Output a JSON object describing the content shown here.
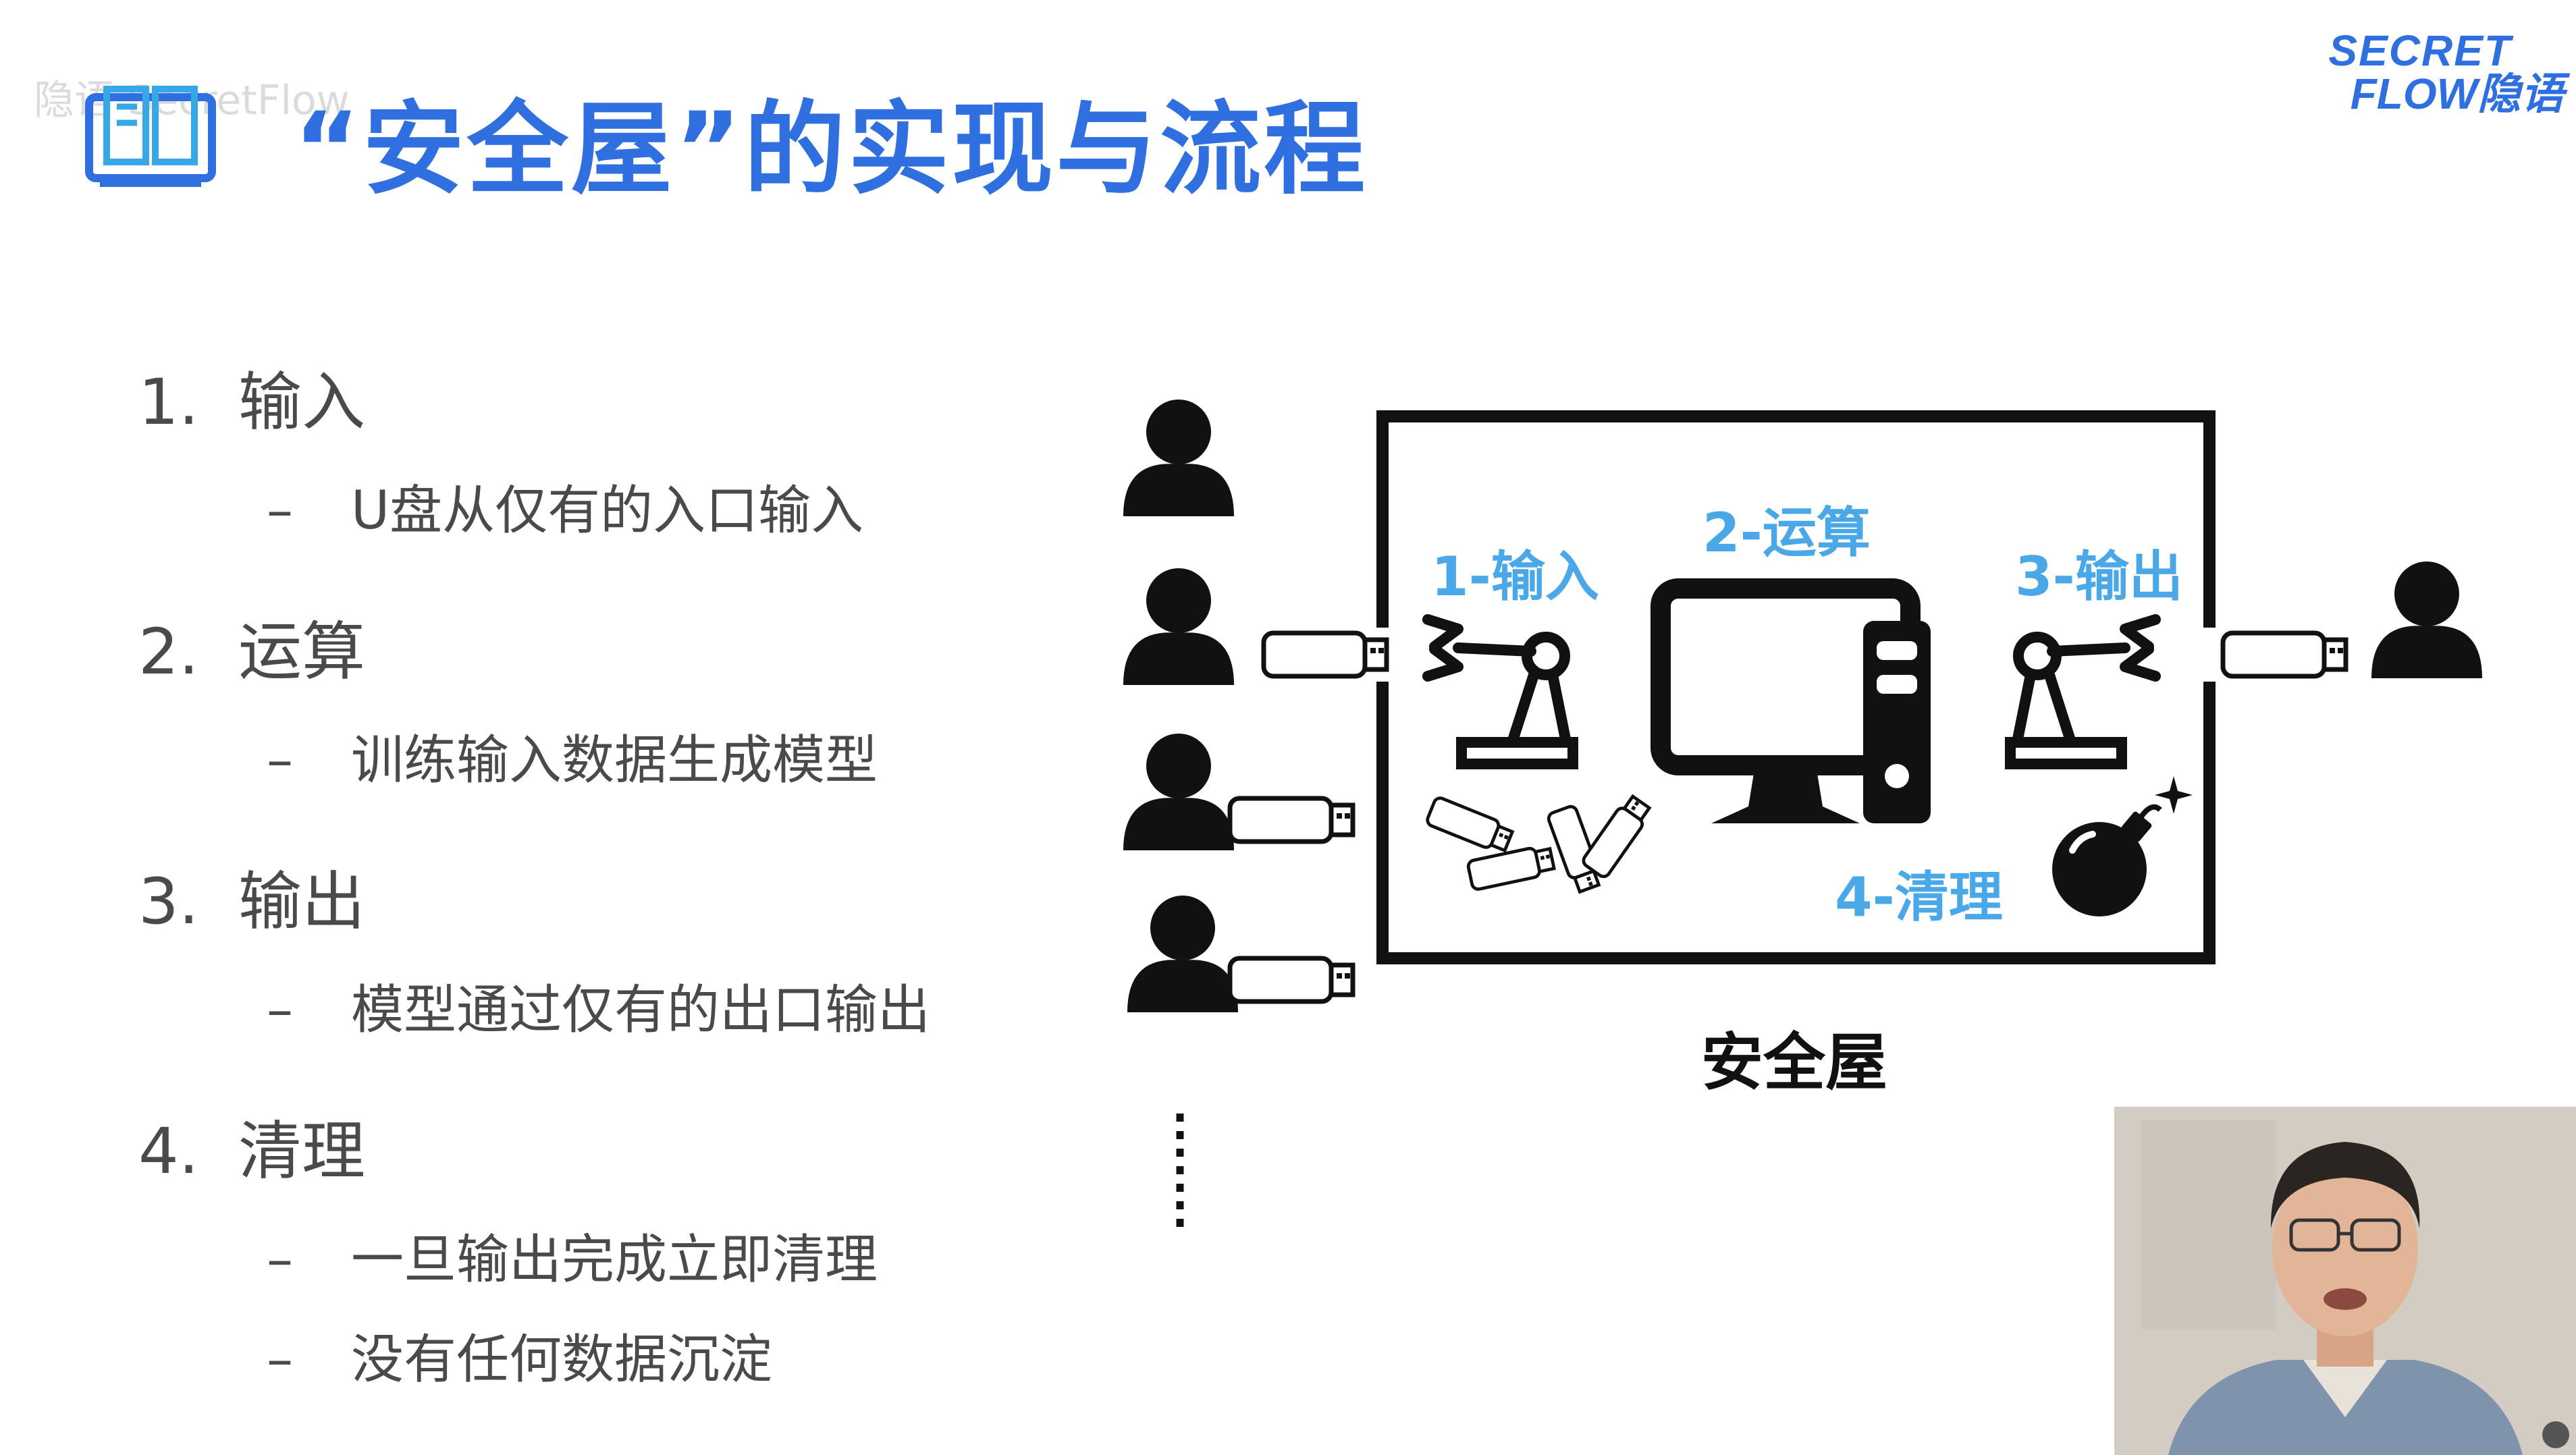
{
  "slide": {
    "title": "“安全屋”的实现与流程",
    "watermark": "隐语 SecretFlow",
    "logo_top": "SECRET",
    "logo_bottom": "FLOW隐语"
  },
  "steps": [
    {
      "num": "1.",
      "label": "输入",
      "subs": [
        "U盘从仅有的入口输入"
      ]
    },
    {
      "num": "2.",
      "label": "运算",
      "subs": [
        "训练输入数据生成模型"
      ]
    },
    {
      "num": "3.",
      "label": "输出",
      "subs": [
        "模型通过仅有的出口输出"
      ]
    },
    {
      "num": "4.",
      "label": "清理",
      "subs": [
        "一旦输出完成立即清理",
        "没有任何数据沉淀"
      ]
    }
  ],
  "dash": "–",
  "diagram": {
    "box_label": "安全屋",
    "stage_input": "1-输入",
    "stage_compute": "2-运算",
    "stage_output": "3-输出",
    "stage_clean": "4-清理",
    "icons": [
      "user-icon",
      "usb-drive-icon",
      "robot-arm-icon",
      "desktop-computer-icon",
      "bomb-icon"
    ]
  },
  "colors": {
    "title": "#2f6fe0",
    "stage_label": "#4aa8e8",
    "body_text": "#4a4a4a",
    "diagram_stroke": "#111111"
  }
}
